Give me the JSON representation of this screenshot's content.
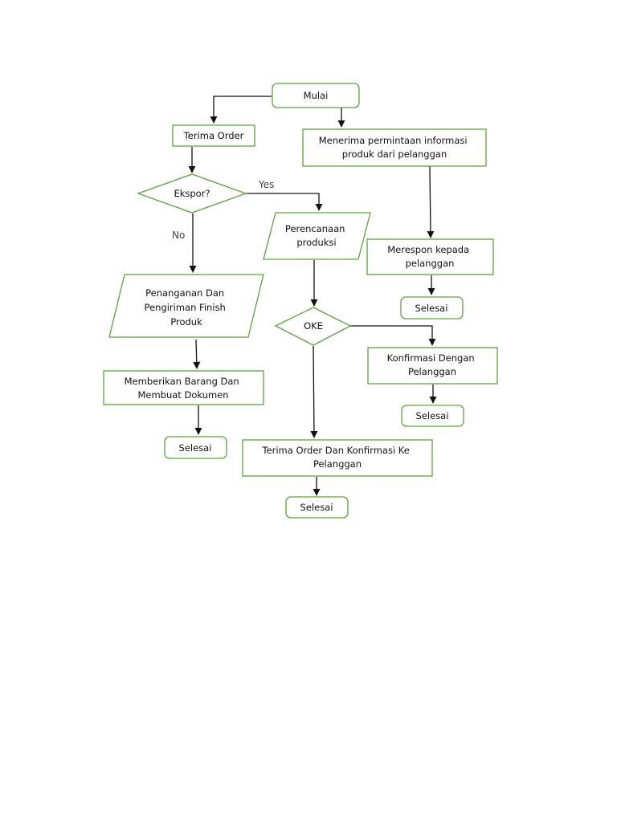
{
  "colors": {
    "node_stroke": "#5aa33c",
    "edge": "#111111",
    "label": "#444444"
  },
  "nodes": {
    "mulai": "Mulai",
    "terima_order": "Terima Order",
    "menerima": [
      "Menerima permintaan informasi",
      "produk dari pelanggan"
    ],
    "ekspor": "Ekspor?",
    "perencanaan": [
      "Perencanaan",
      "produksi"
    ],
    "merespon": [
      "Merespon kepada",
      "pelanggan"
    ],
    "selesai_1": "Selesai",
    "penanganan": [
      "Penanganan Dan",
      "Pengiriman Finish",
      "Produk"
    ],
    "oke": "OKE",
    "konfirmasi": [
      "Konfirmasi Dengan",
      "Pelanggan"
    ],
    "selesai_2": "Selesai",
    "memberikan": [
      "Memberikan Barang Dan",
      "Membuat Dokumen"
    ],
    "selesai_3": "Selesai",
    "terima_konfirmasi": [
      "Terima Order Dan Konfirmasi Ke",
      "Pelanggan"
    ],
    "selesai_4": "Selesai"
  },
  "edge_labels": {
    "yes": "Yes",
    "no": "No"
  }
}
